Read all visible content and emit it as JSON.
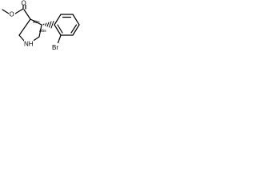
{
  "structure": {
    "labels": {
      "carbonyl_oxygen": "O",
      "ester_oxygen": "O",
      "ring_nitrogen": "NH",
      "bromine": "Br",
      "stereo_1": "Abs",
      "stereo_2": "Abs"
    }
  }
}
